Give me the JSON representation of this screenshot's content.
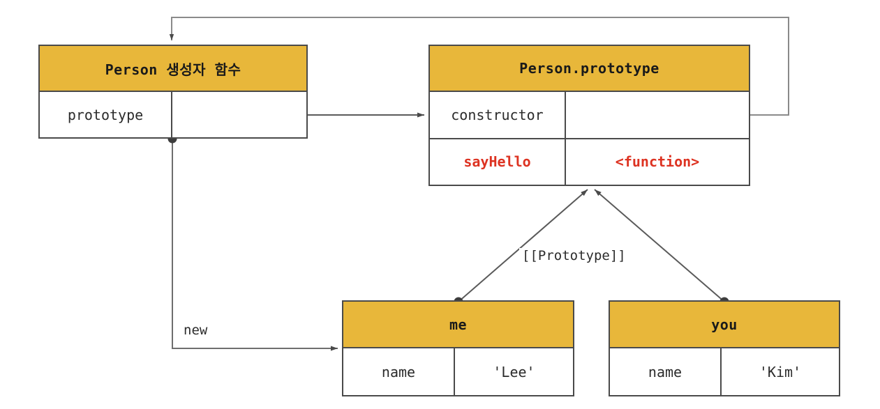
{
  "diagram": {
    "title": "JavaScript prototype chain diagram",
    "colors": {
      "header_fill": "#e8b73a",
      "border": "#4a4a4a",
      "accent_text": "#dd3322",
      "body_text": "#2b2b2b",
      "wire": "#5a5a5a",
      "background": "#ffffff"
    },
    "boxes": {
      "person": {
        "title": "Person 생성자 함수",
        "rows": [
          {
            "key": "prototype",
            "value": ""
          }
        ]
      },
      "person_prototype": {
        "title": "Person.prototype",
        "rows": [
          {
            "key": "constructor",
            "value": ""
          },
          {
            "key": "sayHello",
            "value": "<function>"
          }
        ]
      },
      "me": {
        "title": "me",
        "rows": [
          {
            "key": "name",
            "value": "'Lee'"
          }
        ]
      },
      "you": {
        "title": "you",
        "rows": [
          {
            "key": "name",
            "value": "'Kim'"
          }
        ]
      }
    },
    "edges": [
      {
        "name": "prototype-link",
        "label": "",
        "from": "person.prototype",
        "to": "person_prototype"
      },
      {
        "name": "constructor-link",
        "label": "",
        "from": "person_prototype.constructor",
        "to": "person"
      },
      {
        "name": "new-link",
        "label": "new",
        "from": "person",
        "to": "me"
      },
      {
        "name": "prototype-internal-slot",
        "label": "[[Prototype]]",
        "from": "me,you",
        "to": "person_prototype"
      }
    ],
    "labels": {
      "new": "new",
      "prototype_slot": "[[Prototype]]"
    }
  }
}
